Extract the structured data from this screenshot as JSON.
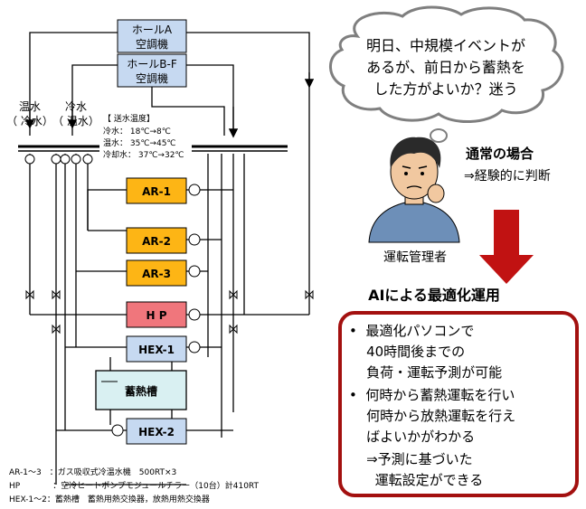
{
  "equipment": {
    "hall_a": [
      "ホールA",
      "空調機"
    ],
    "hall_bf": [
      "ホールB-F",
      "空調機"
    ],
    "ar1": "AR-1",
    "ar2": "AR-2",
    "ar3": "AR-3",
    "hp": "H P",
    "hex1": "HEX-1",
    "tank": "蓄熱槽",
    "hex2": "HEX-2"
  },
  "headers": {
    "hot": [
      "温水",
      "（ 冷水）"
    ],
    "cold": [
      "冷水",
      "（ 温水）"
    ]
  },
  "supply_temp": {
    "title": "【 送水温度】",
    "lines": [
      "冷水： 18℃→8℃",
      "温水： 35℃→45℃",
      "冷却水： 37℃→32℃"
    ]
  },
  "thought_bubble": [
    "明日、中規模イベントが",
    "あるが、前日から蓄熱を",
    "した方がよいか？迷う"
  ],
  "normal_case": {
    "title": "通常の場合",
    "text": "⇒経験的に判断"
  },
  "operator_label": "運転管理者",
  "ai_title": "AIによる最適化運用",
  "ai_box_lines": [
    "•  最適化パソコンで",
    "    40時間後までの",
    "    負荷・運転予測が可能",
    "•  何時から蓄熱運転を行い",
    "    何時から放熱運転を行え",
    "    ばよいかがわかる",
    "    ⇒予測に基づいた",
    "      運転設定ができる"
  ],
  "legend": [
    "AR-1～3　：ガス吸収式冷温水機　500RT×3",
    "HP　　　　：空冷ヒートポンプモジュールチラー（10台）計410RT",
    "HEX-1～2：蓄熱槽　蓄熱用熱交換器，放熱用熱交換器"
  ],
  "colors": {
    "equipment_fill": "#fdb515",
    "hp_fill": "#f0767c",
    "ahu_fill": "#c6d9f1",
    "hex_fill": "#c6d9f1",
    "tank_fill": "#d9f0f2",
    "ai_border": "#a3100f",
    "arrow": "#c11212"
  }
}
